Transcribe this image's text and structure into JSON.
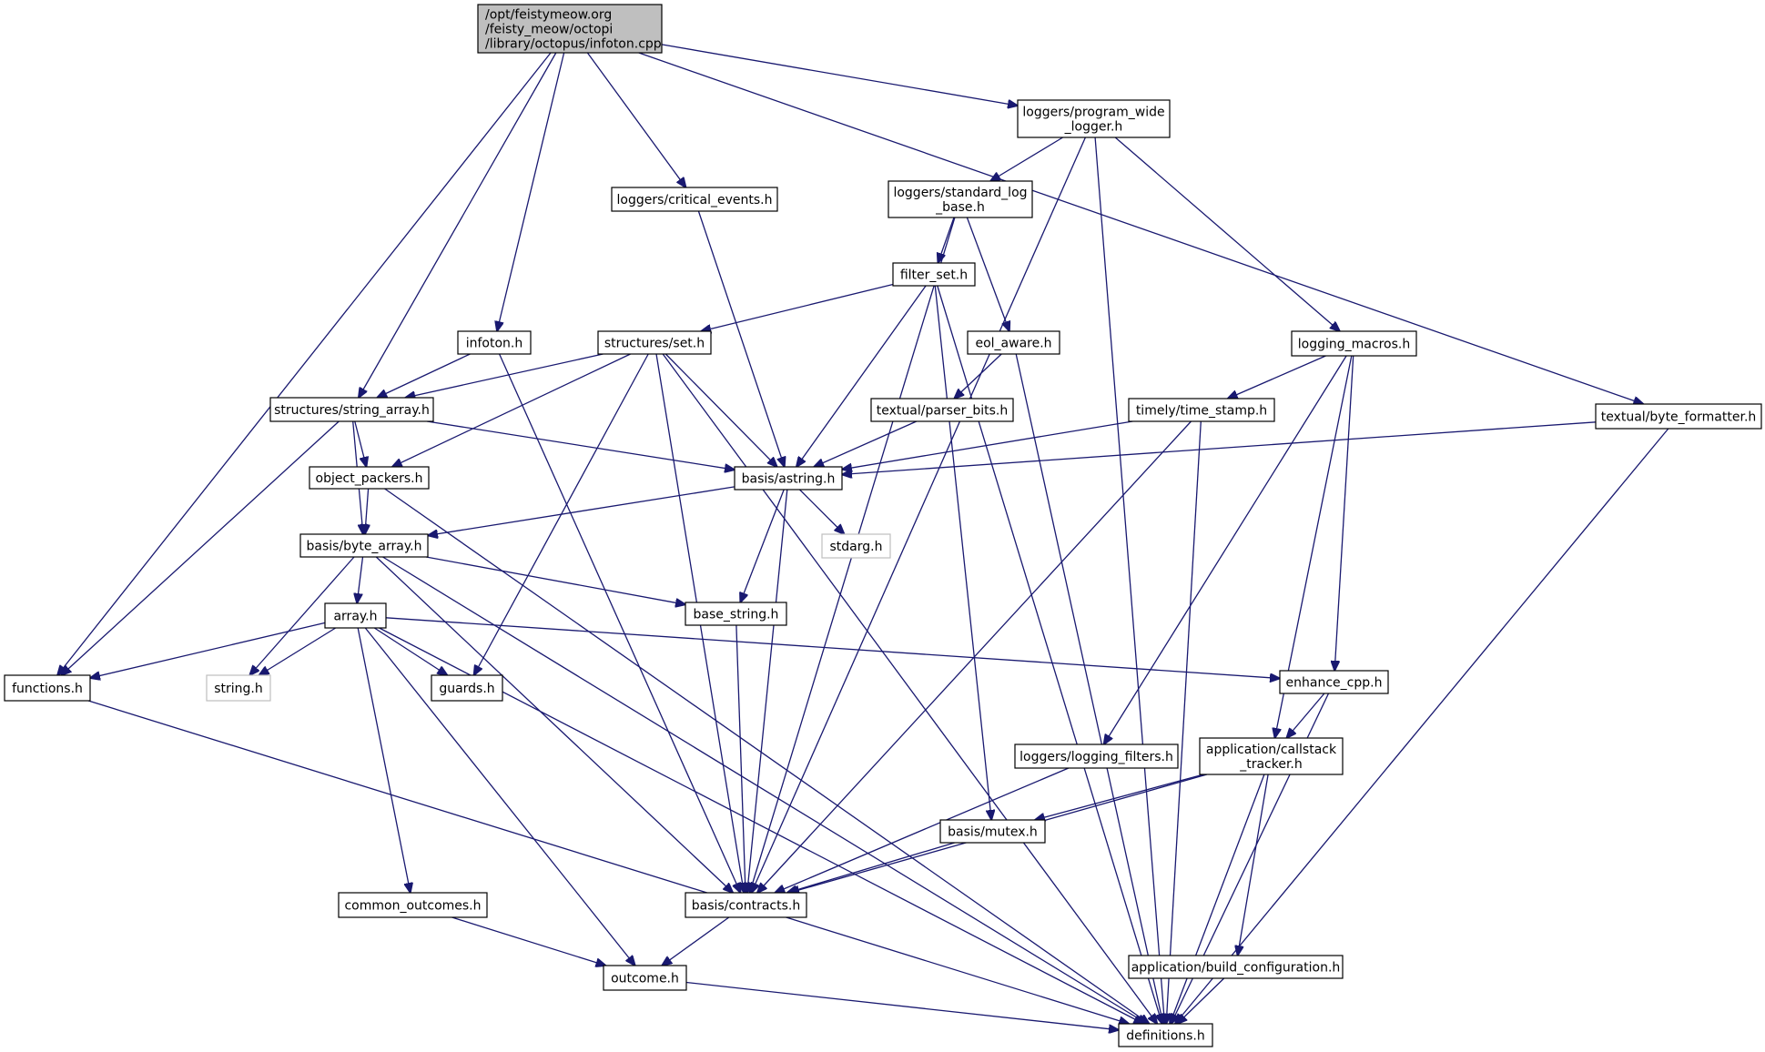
{
  "diagram": {
    "type": "include-dependency-graph",
    "colors": {
      "edge": "#191970",
      "root_fill": "#bfbfbf",
      "node_fill": "#ffffff",
      "external_border": "#bfbfbf"
    },
    "nodes": [
      {
        "id": "root",
        "lines": [
          "/opt/feistymeow.org",
          "/feisty_meow/octopi",
          "/library/octopus/infoton.cpp"
        ],
        "kind": "root"
      },
      {
        "id": "pwl",
        "lines": [
          "loggers/program_wide",
          "_logger.h"
        ]
      },
      {
        "id": "crit",
        "lines": [
          "loggers/critical_events.h"
        ]
      },
      {
        "id": "slb",
        "lines": [
          "loggers/standard_log",
          "_base.h"
        ]
      },
      {
        "id": "filter",
        "lines": [
          "filter_set.h"
        ]
      },
      {
        "id": "infoton",
        "lines": [
          "infoton.h"
        ]
      },
      {
        "id": "set",
        "lines": [
          "structures/set.h"
        ]
      },
      {
        "id": "eol",
        "lines": [
          "eol_aware.h"
        ]
      },
      {
        "id": "lmacros",
        "lines": [
          "logging_macros.h"
        ]
      },
      {
        "id": "strarr",
        "lines": [
          "structures/string_array.h"
        ]
      },
      {
        "id": "parser",
        "lines": [
          "textual/parser_bits.h"
        ]
      },
      {
        "id": "timestamp",
        "lines": [
          "timely/time_stamp.h"
        ]
      },
      {
        "id": "bytefmt",
        "lines": [
          "textual/byte_formatter.h"
        ]
      },
      {
        "id": "objpack",
        "lines": [
          "object_packers.h"
        ]
      },
      {
        "id": "astring",
        "lines": [
          "basis/astring.h"
        ]
      },
      {
        "id": "bytearr",
        "lines": [
          "basis/byte_array.h"
        ]
      },
      {
        "id": "stdarg",
        "lines": [
          "stdarg.h"
        ],
        "kind": "external"
      },
      {
        "id": "array",
        "lines": [
          "array.h"
        ]
      },
      {
        "id": "basestr",
        "lines": [
          "base_string.h"
        ]
      },
      {
        "id": "functions",
        "lines": [
          "functions.h"
        ]
      },
      {
        "id": "stringh",
        "lines": [
          "string.h"
        ],
        "kind": "external"
      },
      {
        "id": "guards",
        "lines": [
          "guards.h"
        ]
      },
      {
        "id": "enhance",
        "lines": [
          "enhance_cpp.h"
        ]
      },
      {
        "id": "logfilt",
        "lines": [
          "loggers/logging_filters.h"
        ]
      },
      {
        "id": "callstack",
        "lines": [
          "application/callstack",
          "_tracker.h"
        ]
      },
      {
        "id": "mutex",
        "lines": [
          "basis/mutex.h"
        ]
      },
      {
        "id": "common",
        "lines": [
          "common_outcomes.h"
        ]
      },
      {
        "id": "contracts",
        "lines": [
          "basis/contracts.h"
        ]
      },
      {
        "id": "outcome",
        "lines": [
          "outcome.h"
        ]
      },
      {
        "id": "buildcfg",
        "lines": [
          "application/build_configuration.h"
        ]
      },
      {
        "id": "defs",
        "lines": [
          "definitions.h"
        ]
      }
    ],
    "edges": [
      [
        "root",
        "functions"
      ],
      [
        "root",
        "strarr"
      ],
      [
        "root",
        "infoton"
      ],
      [
        "root",
        "crit"
      ],
      [
        "root",
        "pwl"
      ],
      [
        "root",
        "bytefmt"
      ],
      [
        "pwl",
        "slb"
      ],
      [
        "pwl",
        "contracts"
      ],
      [
        "pwl",
        "lmacros"
      ],
      [
        "pwl",
        "defs"
      ],
      [
        "crit",
        "astring"
      ],
      [
        "slb",
        "contracts"
      ],
      [
        "slb",
        "filter"
      ],
      [
        "slb",
        "eol"
      ],
      [
        "filter",
        "set"
      ],
      [
        "filter",
        "astring"
      ],
      [
        "filter",
        "mutex"
      ],
      [
        "filter",
        "defs"
      ],
      [
        "infoton",
        "strarr"
      ],
      [
        "infoton",
        "contracts"
      ],
      [
        "set",
        "strarr"
      ],
      [
        "set",
        "objpack"
      ],
      [
        "set",
        "guards"
      ],
      [
        "set",
        "contracts"
      ],
      [
        "set",
        "astring"
      ],
      [
        "set",
        "defs"
      ],
      [
        "eol",
        "parser"
      ],
      [
        "eol",
        "defs"
      ],
      [
        "lmacros",
        "timestamp"
      ],
      [
        "lmacros",
        "logfilt"
      ],
      [
        "lmacros",
        "callstack"
      ],
      [
        "lmacros",
        "enhance"
      ],
      [
        "strarr",
        "functions"
      ],
      [
        "strarr",
        "bytearr"
      ],
      [
        "strarr",
        "objpack"
      ],
      [
        "strarr",
        "astring"
      ],
      [
        "parser",
        "astring"
      ],
      [
        "timestamp",
        "astring"
      ],
      [
        "timestamp",
        "contracts"
      ],
      [
        "timestamp",
        "defs"
      ],
      [
        "bytefmt",
        "astring"
      ],
      [
        "bytefmt",
        "defs"
      ],
      [
        "objpack",
        "bytearr"
      ],
      [
        "objpack",
        "defs"
      ],
      [
        "astring",
        "bytearr"
      ],
      [
        "astring",
        "stdarg"
      ],
      [
        "astring",
        "basestr"
      ],
      [
        "astring",
        "contracts"
      ],
      [
        "bytearr",
        "array"
      ],
      [
        "bytearr",
        "stringh"
      ],
      [
        "bytearr",
        "basestr"
      ],
      [
        "bytearr",
        "contracts"
      ],
      [
        "bytearr",
        "defs"
      ],
      [
        "array",
        "functions"
      ],
      [
        "array",
        "stringh"
      ],
      [
        "array",
        "guards"
      ],
      [
        "array",
        "enhance"
      ],
      [
        "array",
        "common"
      ],
      [
        "array",
        "outcome"
      ],
      [
        "array",
        "defs"
      ],
      [
        "basestr",
        "contracts"
      ],
      [
        "functions",
        "defs"
      ],
      [
        "enhance",
        "callstack"
      ],
      [
        "enhance",
        "defs"
      ],
      [
        "logfilt",
        "contracts"
      ],
      [
        "callstack",
        "mutex"
      ],
      [
        "callstack",
        "contracts"
      ],
      [
        "callstack",
        "buildcfg"
      ],
      [
        "callstack",
        "defs"
      ],
      [
        "mutex",
        "contracts"
      ],
      [
        "common",
        "outcome"
      ],
      [
        "contracts",
        "outcome"
      ],
      [
        "outcome",
        "defs"
      ],
      [
        "buildcfg",
        "defs"
      ]
    ]
  }
}
